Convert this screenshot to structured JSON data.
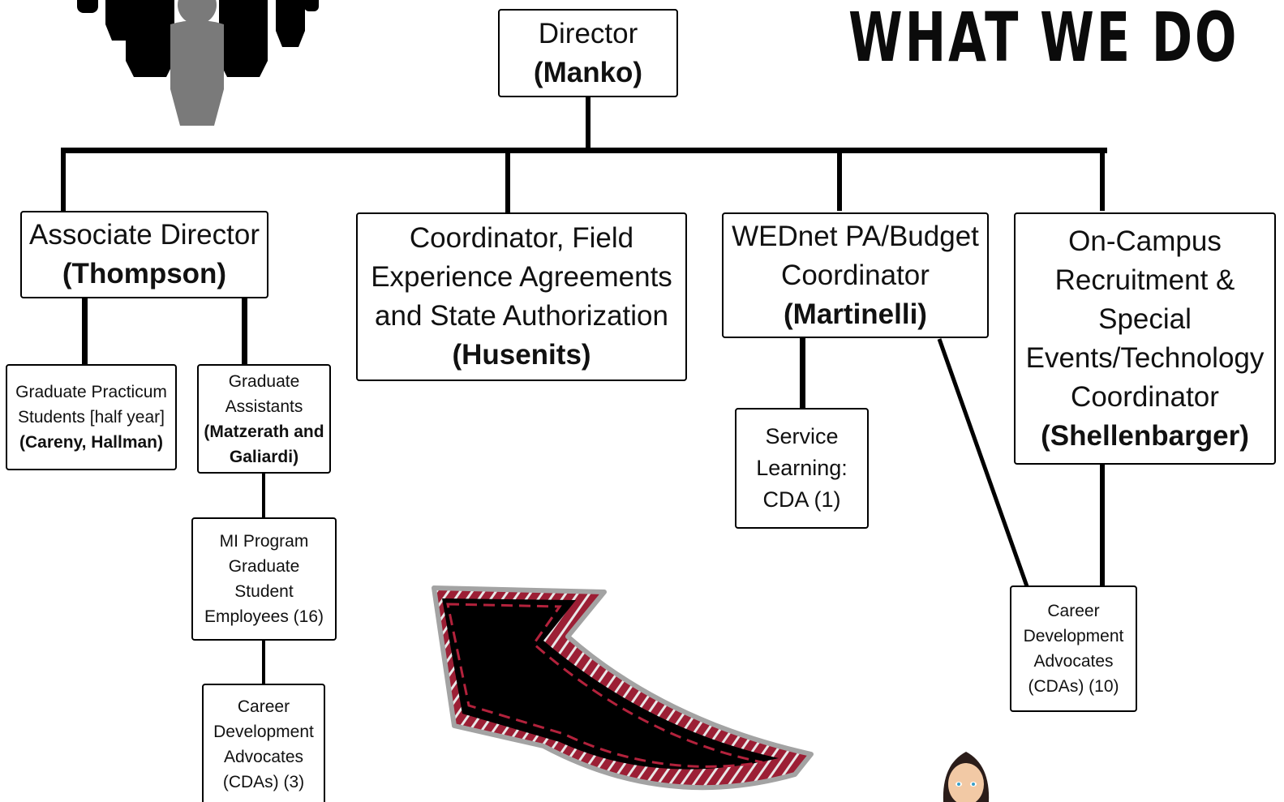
{
  "title": "WHAT WE DO",
  "director": {
    "role": "Director",
    "name": "(Manko)"
  },
  "associate_director": {
    "role": "Associate Director",
    "name": "(Thompson)"
  },
  "field_coordinator": {
    "role": "Coordinator, Field Experience Agreements and State Authorization",
    "name": "(Husenits)"
  },
  "wednet": {
    "role": "WEDnet PA/Budget Coordinator",
    "name": "(Martinelli)"
  },
  "oncampus": {
    "role": "On-Campus Recruitment & Special Events/Technology Coordinator",
    "name": "(Shellenbarger)"
  },
  "practicum": {
    "role": "Graduate Practicum Students [half year]",
    "name": "(Careny, Hallman)"
  },
  "grad_assistants": {
    "role": "Graduate Assistants",
    "name": "(Matzerath and Galiardi)"
  },
  "mi_program": {
    "role": "MI Program Graduate Student Employees (16)"
  },
  "cda_left": {
    "role": "Career Development Advocates (CDAs) (3)"
  },
  "service_learning": {
    "role": "Service Learning: CDA (1)"
  },
  "cda_right": {
    "role": "Career Development Advocates (CDAs) (10)"
  },
  "colors": {
    "arrow_fill": "#000000",
    "arrow_stripe": "#9c1f35",
    "arrow_border": "#a3a3a3",
    "people_dark": "#000000",
    "people_highlight": "#7a7a7a"
  },
  "icons": [
    "people-group-icon",
    "curved-arrow-icon",
    "woman-avatar-icon"
  ]
}
